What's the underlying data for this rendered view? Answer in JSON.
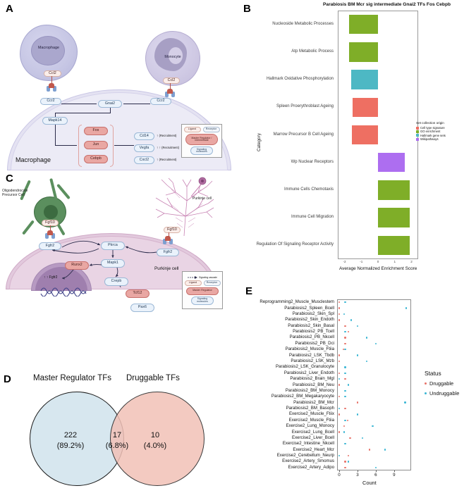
{
  "panels": {
    "a": {
      "label": "A"
    },
    "b": {
      "label": "B"
    },
    "c": {
      "label": "C"
    },
    "d": {
      "label": "D"
    },
    "e": {
      "label": "E"
    }
  },
  "panelA": {
    "cells": [
      {
        "name": "Macrophage",
        "label": "Macrophage"
      },
      {
        "name": "Monocyte",
        "label": "Monocyte"
      }
    ],
    "ligands": [
      {
        "label": "Ccl2"
      },
      {
        "label": "Ccl2"
      }
    ],
    "receptors": [
      {
        "label": "Ccr2"
      },
      {
        "label": "Ccr2"
      }
    ],
    "cell_name": "Macrophage",
    "intermediate": "Gnai2",
    "kinase": "Mapk14",
    "tfs": [
      "Fos",
      "Jun",
      "Cebpb"
    ],
    "outputs": [
      {
        "gene": "Cd14",
        "arrows": "↑",
        "effect": "(Recruitment)"
      },
      {
        "gene": "Vegfa",
        "arrows": "↑ ↑",
        "effect": "(Recruitment)"
      },
      {
        "gene": "Cxcl2",
        "arrows": "↑",
        "effect": "(Recruitment)"
      }
    ],
    "legend": {
      "ligand": "Ligand",
      "receptor": "Receptor",
      "master": "Master Regulator / Intermediate",
      "signaling": "Signaling molecules"
    }
  },
  "panelC": {
    "cells": [
      {
        "label": "Oligodendrocyte Precursor Cell"
      },
      {
        "label": "Purkinje cell"
      }
    ],
    "ligands": [
      {
        "label": "Fgf10"
      },
      {
        "label": "Fgf10"
      }
    ],
    "receptors": [
      {
        "label": "Fgfr2"
      },
      {
        "label": "Fgfr2"
      }
    ],
    "cell_name": "Purkinje cell",
    "nodes": {
      "pkrca": "Pkrca",
      "mapk1": "Mapk1",
      "runx2": "Runx2",
      "crepb": "Crepb",
      "tcf12": "Tcf12",
      "pax6": "Pax6",
      "nuclear": "↑ ↑ Fgfr2"
    },
    "legend": {
      "cascade": "Signaling cascade",
      "ligand": "Ligand",
      "receptor": "Receptor",
      "master": "Master Regulator",
      "signaling": "Signaling molecules"
    }
  },
  "panelD": {
    "left_title": "Master Regulator TFs",
    "right_title": "Druggable TFs",
    "left_count": "222",
    "left_pct": "(89.2%)",
    "center_count": "17",
    "center_pct": "(6.8%)",
    "right_count": "10",
    "right_pct": "(4.0%)",
    "left_color": "#d7e7ef",
    "right_color": "#f2c1b7"
  },
  "chart_data": [
    {
      "id": "panelB",
      "type": "bar",
      "orientation": "horizontal-diverging",
      "title": "Parabiosis BM Mcr sig intermediate Gnai2 TFs Fos Cebpb",
      "xlabel": "Average Normalized Enrichment Score",
      "ylabel": "Category",
      "xlim": [
        -2.4,
        2.4
      ],
      "xticks": [
        -2,
        -1,
        0,
        1,
        2
      ],
      "grid": false,
      "legend_title": "Set collection origin",
      "legend_position": "right",
      "legend": [
        {
          "label": "Cell type signature",
          "color": "#ee6f62"
        },
        {
          "label": "GO enrichment",
          "color": "#7fae28"
        },
        {
          "label": "Hallmark gene sets",
          "color": "#4db8c4"
        },
        {
          "label": "Wikipathways",
          "color": "#ad6ef0"
        }
      ],
      "categories": [
        "Nucleoside Metabolic Processes",
        "Atp Metabolic Process",
        "Hallmark Oxidative Phosphorylation",
        "Spleen Proerythroblast Ageing",
        "Marrow Precursor B Cell Ageing",
        "Wp Nuclear Receptors",
        "Immune Cells Chemotaxis",
        "Immune Cell Migration",
        "Regulation Of Signaling Receptor Activity"
      ],
      "values": [
        -1.72,
        -1.72,
        -1.58,
        -1.5,
        -1.56,
        1.62,
        1.88,
        1.88,
        1.88
      ],
      "colors": [
        "#7fae28",
        "#7fae28",
        "#4db8c4",
        "#ee6f62",
        "#ee6f62",
        "#ad6ef0",
        "#7fae28",
        "#7fae28",
        "#7fae28"
      ]
    },
    {
      "id": "panelE",
      "type": "scatter",
      "title": "",
      "xlabel": "Count",
      "ylabel": "",
      "xlim": [
        -0.35,
        11.8
      ],
      "xticks": [
        0,
        3,
        6,
        9
      ],
      "grid": false,
      "legend_title": "Status",
      "legend_position": "right",
      "legend": [
        {
          "label": "Druggable",
          "color": "#e8736a"
        },
        {
          "label": "Undruggable",
          "color": "#3ab6d4"
        }
      ],
      "categories": [
        "Reprogramming2_Muscle_Musclestem",
        "Parabiosis2_Spleen_Bcell",
        "Parabiosis2_Skin_Spl",
        "Parabiosis2_Skin_Endoth",
        "Parabiosis2_Skin_Basal",
        "Parabiosis2_PB_Tcell",
        "Parabiosis2_PB_Nkcell",
        "Parabiosis2_PB_Dci",
        "Parabiosis2_Muscle_Ftiia",
        "Parabiosis2_LSK_Tbdb",
        "Parabiosis2_LSK_Mzb",
        "Parabiosis2_LSK_Granulocyte",
        "Parabiosis2_Liver_Endoth",
        "Parabiosis2_Brain_Mgl",
        "Parabiosis2_BM_Neu",
        "Parabiosis2_BM_Monocy",
        "Parabiosis2_BM_Megakaryocyte",
        "Parabiosis2_BM_Mcr",
        "Parabiosis2_BM_Basoph",
        "Exercise2_Muscle_Ftiix",
        "Exercise2_Muscle_Ftiia",
        "Exercise2_Lung_Monocy",
        "Exercise2_Lung_Bcell",
        "Exercise2_Liver_Bcell",
        "Exercise2_Intestine_Nkcell",
        "Exercise2_Heart_Mcr",
        "Exercise2_Cerebellum_Neurp",
        "Exercise2_Artery_Smomus",
        "Exercise2_Artery_Adipo"
      ],
      "series": [
        {
          "name": "Druggable",
          "color": "#e8736a",
          "points": [
            {
              "category": "Reprogramming2_Muscle_Musclestem",
              "x": 0
            },
            {
              "category": "Parabiosis2_Spleen_Bcell",
              "x": 0
            },
            {
              "category": "Parabiosis2_Skin_Spl",
              "x": 0
            },
            {
              "category": "Parabiosis2_Skin_Endoth",
              "x": 0
            },
            {
              "category": "Parabiosis2_Skin_Basal",
              "x": 1
            },
            {
              "category": "Parabiosis2_PB_Tcell",
              "x": 1.5
            },
            {
              "category": "Parabiosis2_PB_Nkcell",
              "x": 1
            },
            {
              "category": "Parabiosis2_PB_Dci",
              "x": 1
            },
            {
              "category": "Parabiosis2_Muscle_Ftiia",
              "x": 0.7
            },
            {
              "category": "Parabiosis2_LSK_Tbdb",
              "x": 0
            },
            {
              "category": "Parabiosis2_LSK_Mzb",
              "x": 0
            },
            {
              "category": "Parabiosis2_Liver_Endoth",
              "x": 0
            },
            {
              "category": "Parabiosis2_Brain_Mgl",
              "x": 1
            },
            {
              "category": "Parabiosis2_BM_Neu",
              "x": 0
            },
            {
              "category": "Parabiosis2_BM_Megakaryocyte",
              "x": 0
            },
            {
              "category": "Parabiosis2_BM_Mcr",
              "x": 3
            },
            {
              "category": "Parabiosis2_BM_Basoph",
              "x": 1
            },
            {
              "category": "Exercise2_Muscle_Ftiix",
              "x": 0
            },
            {
              "category": "Exercise2_Muscle_Ftiia",
              "x": 1.4
            },
            {
              "category": "Exercise2_Lung_Monocy",
              "x": 0.8
            },
            {
              "category": "Exercise2_Lung_Bcell",
              "x": 0
            },
            {
              "category": "Exercise2_Liver_Bcell",
              "x": 1.8
            },
            {
              "category": "Exercise2_Heart_Mcr",
              "x": 5
            },
            {
              "category": "Exercise2_Cerebellum_Neurp",
              "x": 1.5
            },
            {
              "category": "Exercise2_Artery_Smomus",
              "x": 1
            },
            {
              "category": "Exercise2_Artery_Adipo",
              "x": 1
            }
          ]
        },
        {
          "name": "Undruggable",
          "color": "#3ab6d4",
          "points": [
            {
              "category": "Reprogramming2_Muscle_Musclestem",
              "x": 1
            },
            {
              "category": "Parabiosis2_Spleen_Bcell",
              "x": 11
            },
            {
              "category": "Parabiosis2_Skin_Spl",
              "x": 0.8
            },
            {
              "category": "Parabiosis2_Skin_Endoth",
              "x": 2
            },
            {
              "category": "Parabiosis2_Skin_Basal",
              "x": 3
            },
            {
              "category": "Parabiosis2_PB_Tcell",
              "x": 1
            },
            {
              "category": "Parabiosis2_PB_Nkcell",
              "x": 4.5
            },
            {
              "category": "Parabiosis2_PB_Dci",
              "x": 6
            },
            {
              "category": "Parabiosis2_Muscle_Ftiia",
              "x": 1
            },
            {
              "category": "Parabiosis2_LSK_Tbdb",
              "x": 3
            },
            {
              "category": "Parabiosis2_LSK_Mzb",
              "x": 4.5
            },
            {
              "category": "Parabiosis2_LSK_Granulocyte",
              "x": 1
            },
            {
              "category": "Parabiosis2_Liver_Endoth",
              "x": 1
            },
            {
              "category": "Parabiosis2_Brain_Mgl",
              "x": 0
            },
            {
              "category": "Parabiosis2_BM_Neu",
              "x": 1.5
            },
            {
              "category": "Parabiosis2_BM_Monocy",
              "x": 1
            },
            {
              "category": "Parabiosis2_BM_Megakaryocyte",
              "x": 1
            },
            {
              "category": "Parabiosis2_BM_Mcr",
              "x": 10.8
            },
            {
              "category": "Parabiosis2_BM_Basoph",
              "x": 0
            },
            {
              "category": "Exercise2_Muscle_Ftiix",
              "x": 3
            },
            {
              "category": "Exercise2_Muscle_Ftiia",
              "x": 1
            },
            {
              "category": "Exercise2_Lung_Monocy",
              "x": 5.5
            },
            {
              "category": "Exercise2_Lung_Bcell",
              "x": 0.8
            },
            {
              "category": "Exercise2_Liver_Bcell",
              "x": 3.8
            },
            {
              "category": "Exercise2_Intestine_Nkcell",
              "x": 1
            },
            {
              "category": "Exercise2_Heart_Mcr",
              "x": 7.5
            },
            {
              "category": "Exercise2_Cerebellum_Neurp",
              "x": 0
            },
            {
              "category": "Exercise2_Artery_Smomus",
              "x": 1.5
            },
            {
              "category": "Exercise2_Artery_Adipo",
              "x": 6
            }
          ]
        }
      ]
    }
  ]
}
